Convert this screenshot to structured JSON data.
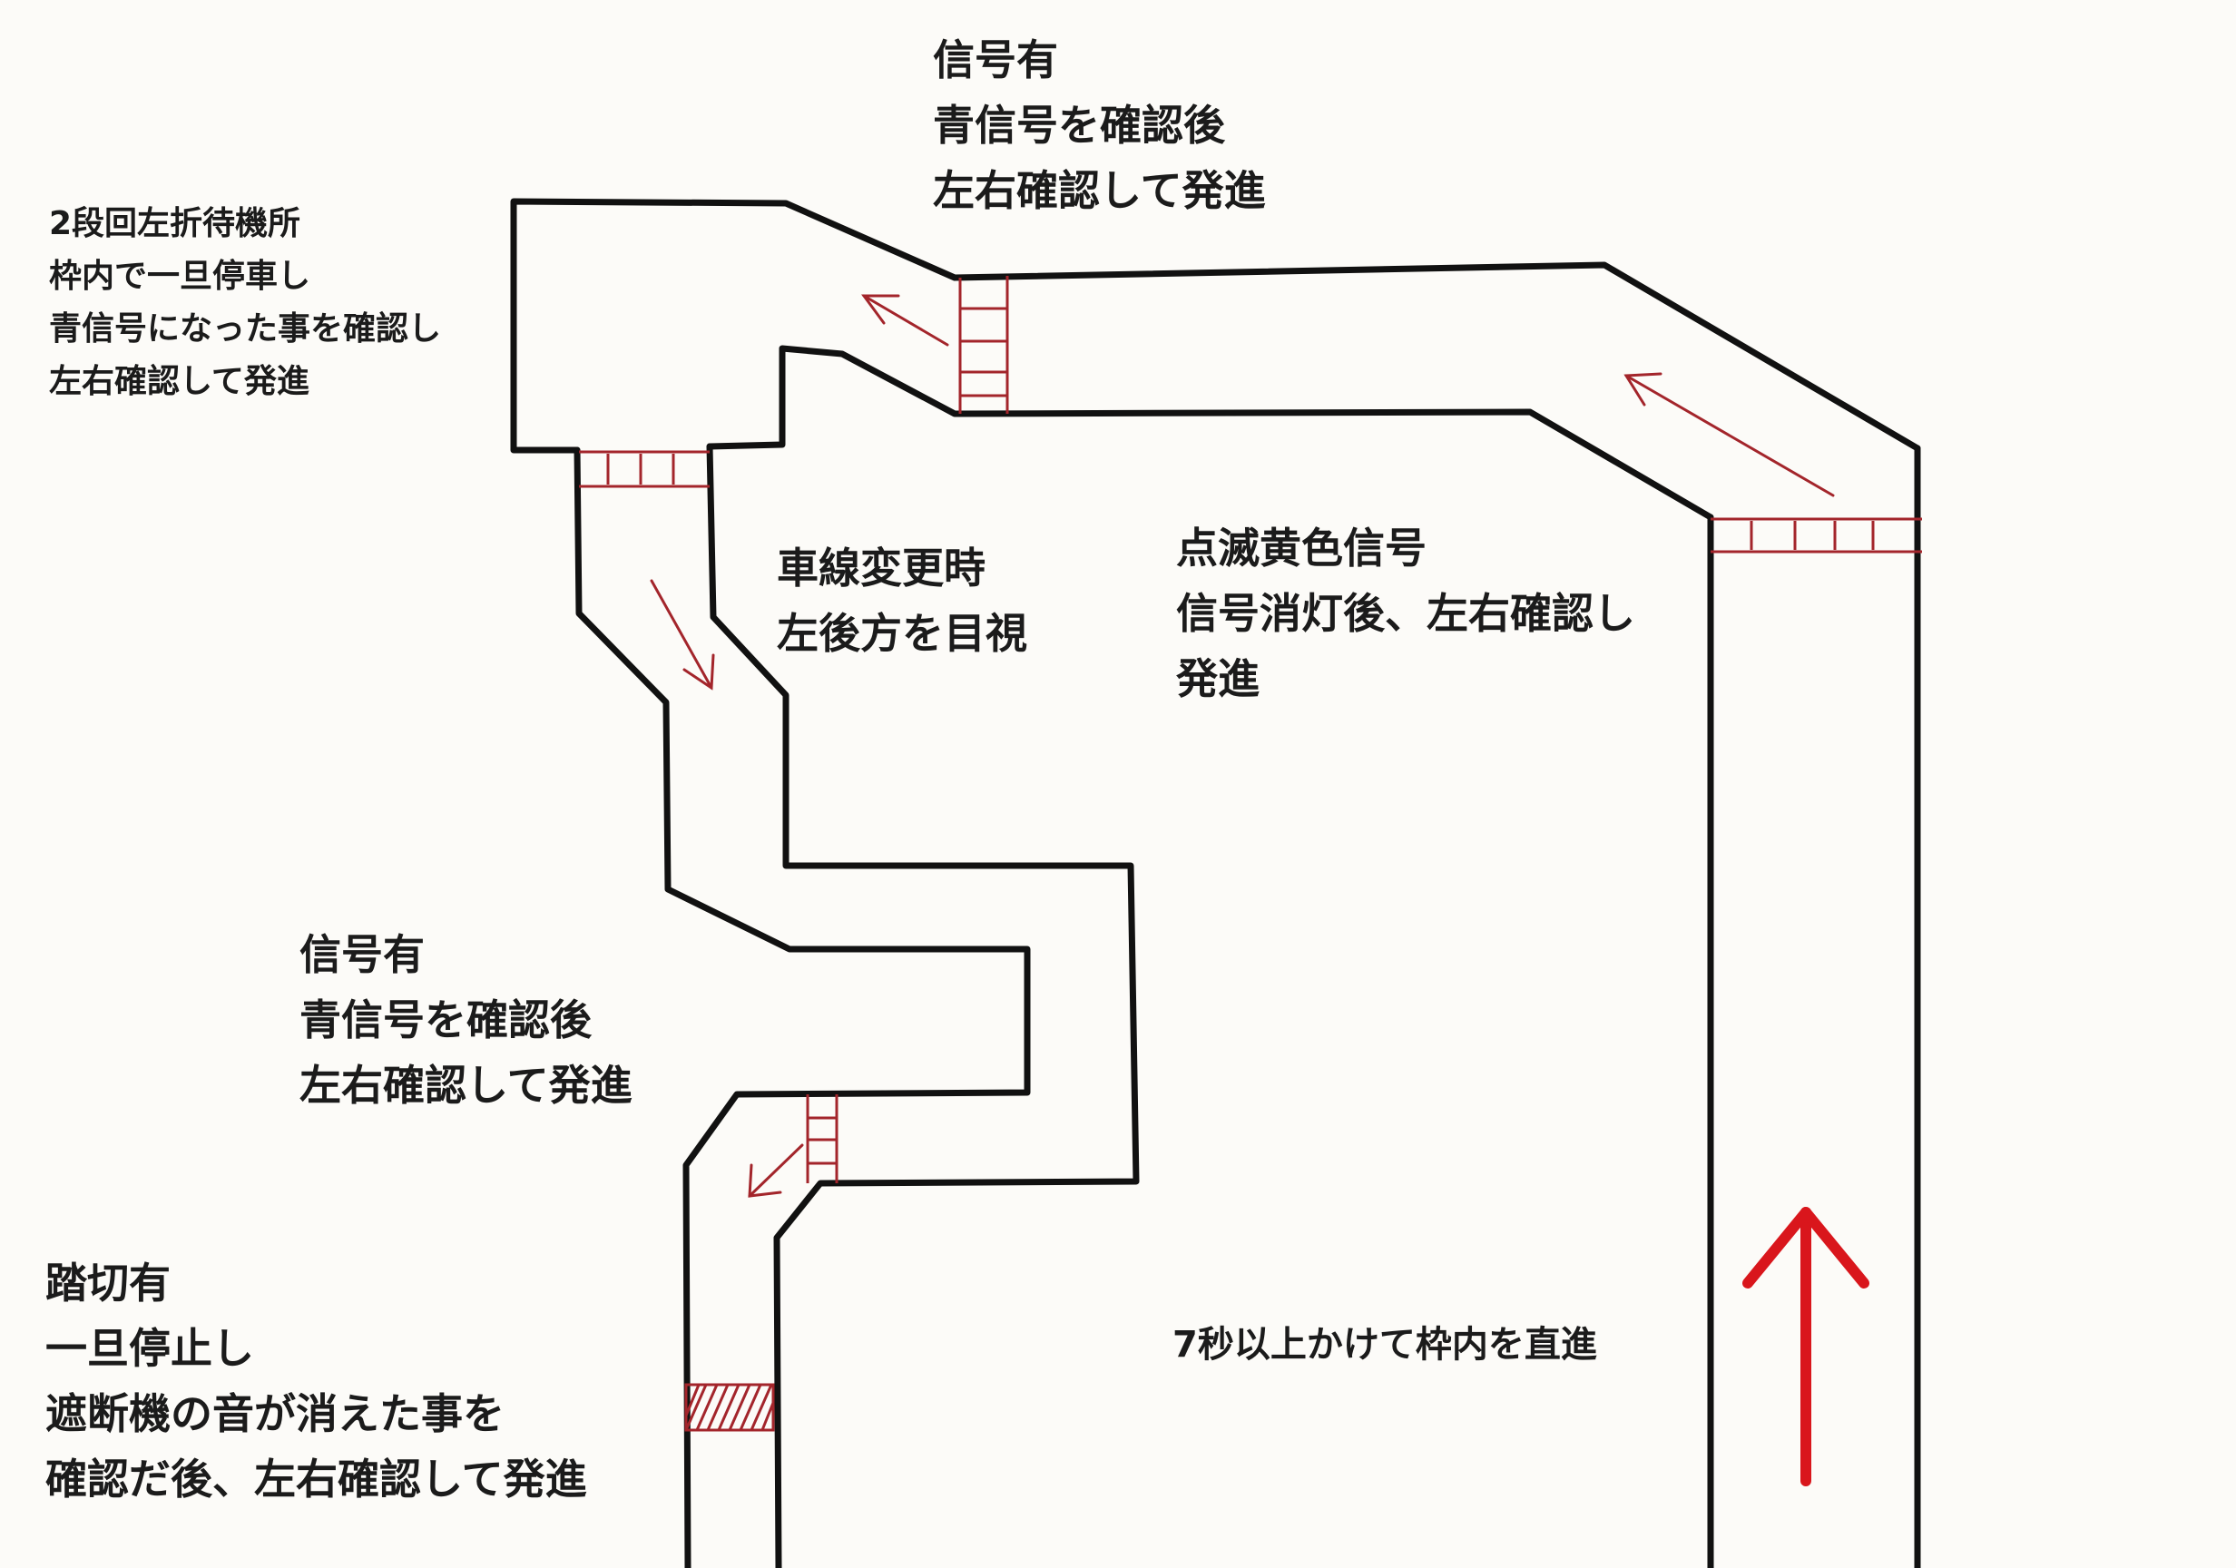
{
  "notes": {
    "top_signal": {
      "lines": [
        "信号有",
        "青信号を確認後",
        "左右確認して発進"
      ]
    },
    "left_turn_waiting": {
      "lines": [
        "2段回左折待機所",
        "枠内で一旦停車し",
        "青信号になった事を確認し",
        "左右確認して発進"
      ]
    },
    "lane_change": {
      "lines": [
        "車線変更時",
        "左後方を目視"
      ]
    },
    "blinking_yellow": {
      "lines": [
        "点滅黄色信号",
        "信号消灯後、左右確認し",
        "発進"
      ]
    },
    "middle_signal": {
      "lines": [
        "信号有",
        "青信号を確認後",
        "左右確認して発進"
      ]
    },
    "railroad_crossing": {
      "lines": [
        "踏切有",
        "一旦停止し",
        "遮断機の音が消えた事を",
        "確認だ後、左右確認して発進"
      ]
    },
    "straight_run": {
      "lines": [
        "7秒以上かけて枠内を直進"
      ]
    }
  },
  "colors": {
    "road_line": "#111111",
    "marking": "#a3252b",
    "start_arrow": "#d9161c",
    "paper": "#fcfbf8"
  }
}
